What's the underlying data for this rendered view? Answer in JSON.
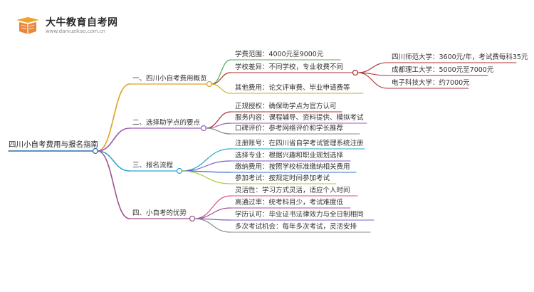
{
  "header": {
    "site_name": "大牛教育自考网",
    "site_url": "www.daniuzikao.com.cn"
  },
  "mindmap": {
    "root": "四川小自考费用与报名指南",
    "branches": [
      {
        "label": "一、四川小自考费用概览",
        "color": "#e0a020",
        "children": [
          {
            "label": "学费范围：4000元至9000元",
            "color": "#4caf50"
          },
          {
            "label": "学校差异：不同学校，专业收费不同",
            "color": "#b03030",
            "children": [
              {
                "label": "四川师范大学：3600元/年，考试费每科35元"
              },
              {
                "label": "成都理工大学：5000元至7000元"
              },
              {
                "label": "电子科技大学：约7000元"
              }
            ]
          },
          {
            "label": "其他费用：论文评审费、毕业申请费等",
            "color": "#c9b020"
          }
        ]
      },
      {
        "label": "二、选择助学点的要点",
        "color": "#9b59b6",
        "children": [
          {
            "label": "正规授权：确保助学点为官方认可",
            "color": "#b03030"
          },
          {
            "label": "服务内容：课程辅导、资料提供、模拟考试",
            "color": "#9b59b6"
          },
          {
            "label": "口碑评价：参考网络评价和学长推荐",
            "color": "#7f8c8d"
          }
        ]
      },
      {
        "label": "三、报名流程",
        "color": "#2aa7c9",
        "children": [
          {
            "label": "注册账号：在四川省自学考试管理系统注册",
            "color": "#2aa7c9"
          },
          {
            "label": "选择专业：根据兴趣和职业规划选择",
            "color": "#7b5cc7"
          },
          {
            "label": "缴纳费用：按照学校标准缴纳相关费用",
            "color": "#3b6fd1"
          },
          {
            "label": "参加考试：按规定时间参加考试",
            "color": "#9ccf3a"
          }
        ]
      },
      {
        "label": "四、小自考的优势",
        "color": "#a0528f",
        "children": [
          {
            "label": "灵活性：学习方式灵活，适应个人时间",
            "color": "#d9507a"
          },
          {
            "label": "高通过率：统考科目少，考试难度低",
            "color": "#a0528f"
          },
          {
            "label": "学历认可：毕业证书法律效力与全日制相同",
            "color": "#7b5cc7"
          },
          {
            "label": "多次考试机会：每年多次考试，灵活安排",
            "color": "#8d8d8d"
          }
        ]
      }
    ]
  }
}
